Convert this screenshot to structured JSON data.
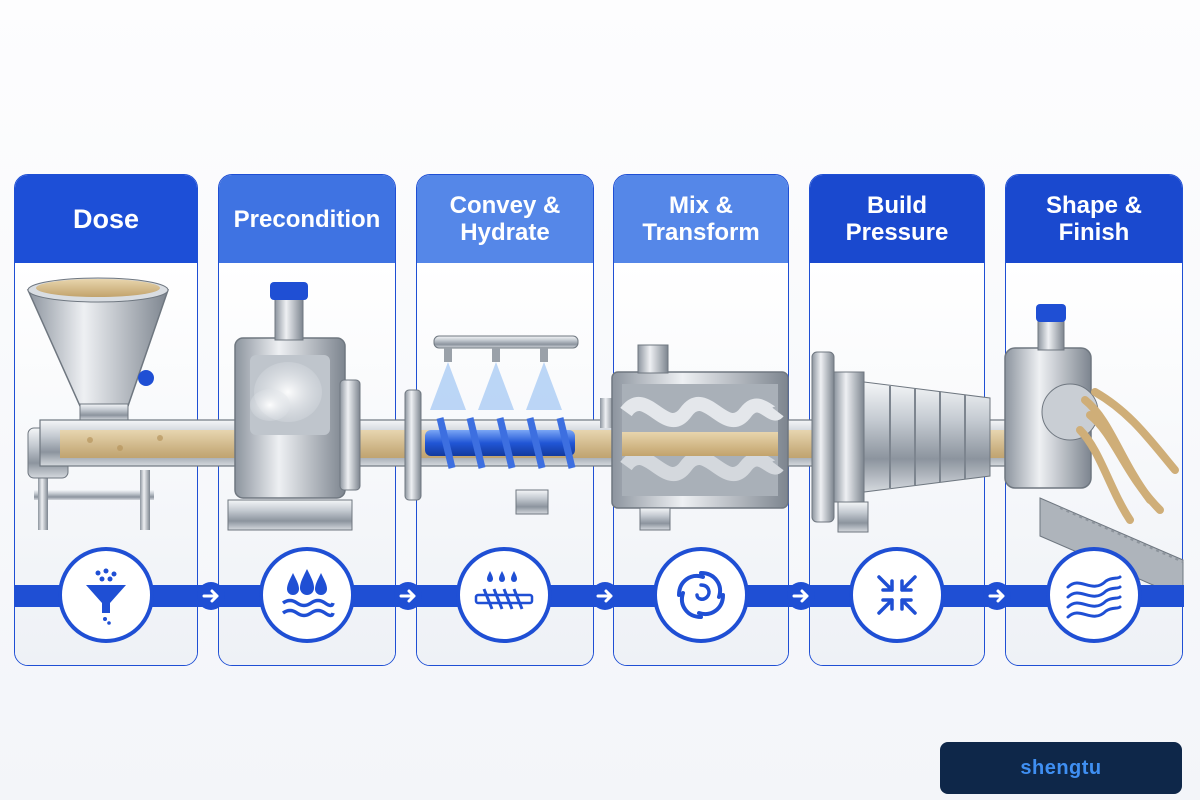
{
  "stages": [
    {
      "label": "Dose",
      "header_color": "#1d4fd7",
      "icon": "funnel-icon"
    },
    {
      "label": "Precondition",
      "header_color": "#3f73e2",
      "icon": "water-drops-icon"
    },
    {
      "label": "Convey &\nHydrate",
      "header_color": "#5587e8",
      "icon": "screw-conveyor-icon"
    },
    {
      "label": "Mix &\nTransform",
      "header_color": "#5587e8",
      "icon": "swirl-icon"
    },
    {
      "label": "Build\nPressure",
      "header_color": "#1a49cf",
      "icon": "compress-arrows-icon"
    },
    {
      "label": "Shape &\nFinish",
      "header_color": "#1a49cf",
      "icon": "extruded-strands-icon"
    }
  ],
  "accent_color": "#1f4fd4",
  "brand": {
    "name": "shengtu",
    "color": "#3f8ff2",
    "background": "#0e2749"
  }
}
